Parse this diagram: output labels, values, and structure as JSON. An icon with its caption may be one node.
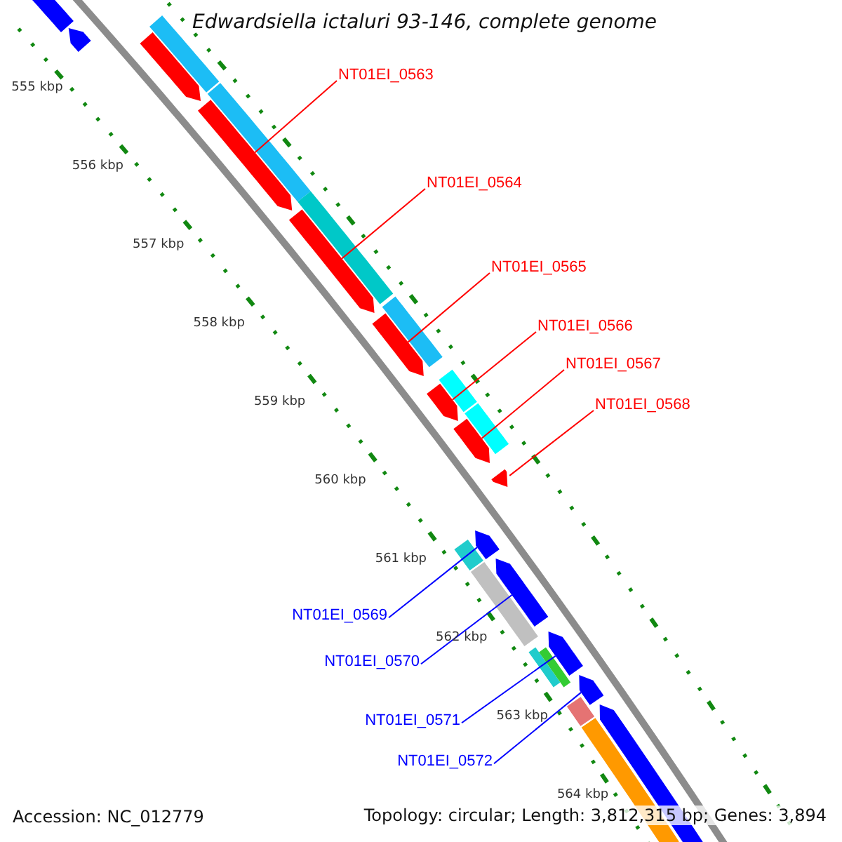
{
  "diagram": {
    "title": "Edwardsiella ictaluri 93-146, complete genome",
    "nodes": [
      {
        "text": [
          "NT01EI_0563"
        ]
      },
      {
        "text": [
          "NT01EI_0564"
        ]
      },
      {
        "text": [
          "NT01EI_0565"
        ]
      },
      {
        "text": [
          "NT01EI_0566"
        ]
      },
      {
        "text": [
          "NT01EI_0567"
        ]
      },
      {
        "text": [
          "NT01EI_0568"
        ]
      },
      {
        "text": [
          "NT01EI_0569"
        ]
      },
      {
        "text": [
          "NT01EI_0570"
        ]
      },
      {
        "text": [
          "NT01EI_0571"
        ]
      },
      {
        "text": [
          "NT01EI_0572"
        ]
      },
      {
        "text": [],
        "shape": "arrow"
      },
      {
        "text": [],
        "shape": "arrow"
      },
      {
        "text": [],
        "shape": "arrow"
      },
      {
        "text": [],
        "shape": "arrow"
      },
      {
        "text": [],
        "shape": "arrow"
      },
      {
        "text": [],
        "shape": "arrow"
      },
      {
        "text": [],
        "shape": "arrow"
      },
      {
        "text": [],
        "shape": "arrow"
      },
      {
        "text": [],
        "shape": "arrow"
      },
      {
        "text": [],
        "shape": "arrow"
      }
    ],
    "edges": [
      {
        "from": 0,
        "to": 10,
        "arrow": "none",
        "color": "#ff0000"
      },
      {
        "from": 1,
        "to": 11,
        "arrow": "none",
        "color": "#ff0000"
      },
      {
        "from": 2,
        "to": 12,
        "arrow": "none",
        "color": "#ff0000"
      },
      {
        "from": 3,
        "to": 13,
        "arrow": "none",
        "color": "#ff0000"
      },
      {
        "from": 4,
        "to": 14,
        "arrow": "none",
        "color": "#ff0000"
      },
      {
        "from": 5,
        "to": 15,
        "arrow": "none",
        "color": "#ff0000"
      },
      {
        "from": 6,
        "to": 16,
        "arrow": "none",
        "color": "#0000ff"
      },
      {
        "from": 7,
        "to": 17,
        "arrow": "none",
        "color": "#0000ff"
      },
      {
        "from": 8,
        "to": 18,
        "arrow": "none",
        "color": "#0000ff"
      },
      {
        "from": 9,
        "to": 19,
        "arrow": "none",
        "color": "#0000ff"
      }
    ],
    "labels": [
      "555 kbp",
      "556 kbp",
      "557 kbp",
      "558 kbp",
      "559 kbp",
      "560 kbp",
      "561 kbp",
      "562 kbp",
      "563 kbp",
      "564 kbp",
      "Accession: NC_012779",
      "Topology: circular; Length: 3,812,315 bp; Genes: 3,894"
    ]
  }
}
